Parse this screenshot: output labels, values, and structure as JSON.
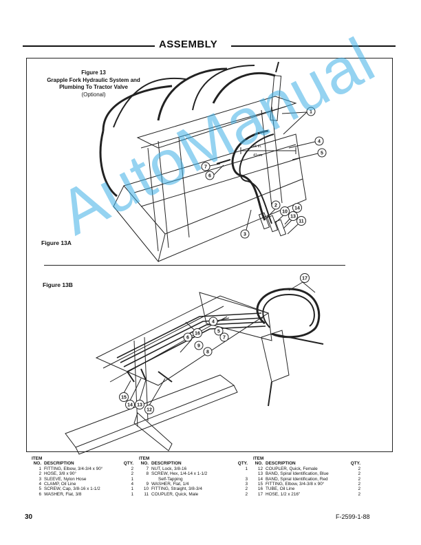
{
  "header": {
    "title": "ASSEMBLY"
  },
  "figure13": {
    "title": "Figure 13",
    "line1": "Grapple Fork Hydraulic System and",
    "line2": "Plumbing To Tractor Valve",
    "line3": "(Optional)"
  },
  "fig13a": {
    "label": "Figure 13A",
    "dim_top": "16 in.",
    "dim_bottom": "41cm"
  },
  "fig13b": {
    "label": "Figure 13B"
  },
  "callouts_a": [
    "1",
    "4",
    "5",
    "7",
    "6",
    "2",
    "10",
    "14",
    "13",
    "11",
    "3"
  ],
  "callouts_b": [
    "17",
    "4",
    "5",
    "16",
    "7",
    "8",
    "9",
    "6",
    "15",
    "14",
    "13",
    "12"
  ],
  "parts": {
    "hdr_item": "ITEM",
    "hdr_no": "NO.",
    "hdr_desc": "DESCRIPTION",
    "hdr_qty": "QTY.",
    "col1": [
      {
        "no": "1",
        "desc": "FITTING, Elbow, 3/4-3/4 x 90°",
        "qty": "2"
      },
      {
        "no": "2",
        "desc": "HOSE, 3/8 x 90°",
        "qty": "2"
      },
      {
        "no": "3",
        "desc": "SLEEVE, Nylon Hose",
        "qty": "1"
      },
      {
        "no": "4",
        "desc": "CLAMP, Oil Line",
        "qty": "4"
      },
      {
        "no": "5",
        "desc": "SCREW, Cap, 3/8-16 x 1-1/2",
        "qty": "1"
      },
      {
        "no": "6",
        "desc": "WASHER, Flat, 3/8",
        "qty": "1"
      }
    ],
    "col2": [
      {
        "no": "7",
        "desc": "NUT, Lock, 3/8-16",
        "qty": "1"
      },
      {
        "no": "8",
        "desc": "SCREW, Hex, 1/4-14 x 1-1/2",
        "qty": ""
      },
      {
        "no": "",
        "desc": "Self-Tapping",
        "qty": "3"
      },
      {
        "no": "9",
        "desc": "WASHER, Flat, 1/4",
        "qty": "3"
      },
      {
        "no": "10",
        "desc": "FITTING, Straight, 3/8-3/4",
        "qty": "2"
      },
      {
        "no": "11",
        "desc": "COUPLER, Quick, Male",
        "qty": "2"
      }
    ],
    "col3": [
      {
        "no": "12",
        "desc": "COUPLER, Quick, Female",
        "qty": "2"
      },
      {
        "no": "13",
        "desc": "BAND, Spiral Identification, Blue",
        "qty": "2"
      },
      {
        "no": "14",
        "desc": "BAND, Spiral Identification, Red",
        "qty": "2"
      },
      {
        "no": "15",
        "desc": "FITTING, Elbow, 3/4-3/8 x 90°",
        "qty": "2"
      },
      {
        "no": "16",
        "desc": "TUBE, Oil Line",
        "qty": "2"
      },
      {
        "no": "17",
        "desc": "HOSE, 1/2 x 216\"",
        "qty": "2"
      }
    ]
  },
  "footer": {
    "page": "30",
    "code": "F-2599-1-88"
  },
  "watermark": {
    "text": "AutoManual",
    "color": "#3fb0e6"
  }
}
